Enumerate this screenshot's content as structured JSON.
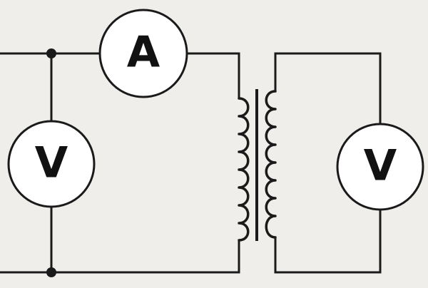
{
  "meters": {
    "ammeter": {
      "symbol": "A"
    },
    "primary_voltmeter": {
      "symbol": "V"
    },
    "secondary_voltmeter": {
      "symbol": "V"
    }
  },
  "colors": {
    "background": "#efeeea",
    "line": "#1a1a1a",
    "meter_fill": "#ffffff"
  }
}
